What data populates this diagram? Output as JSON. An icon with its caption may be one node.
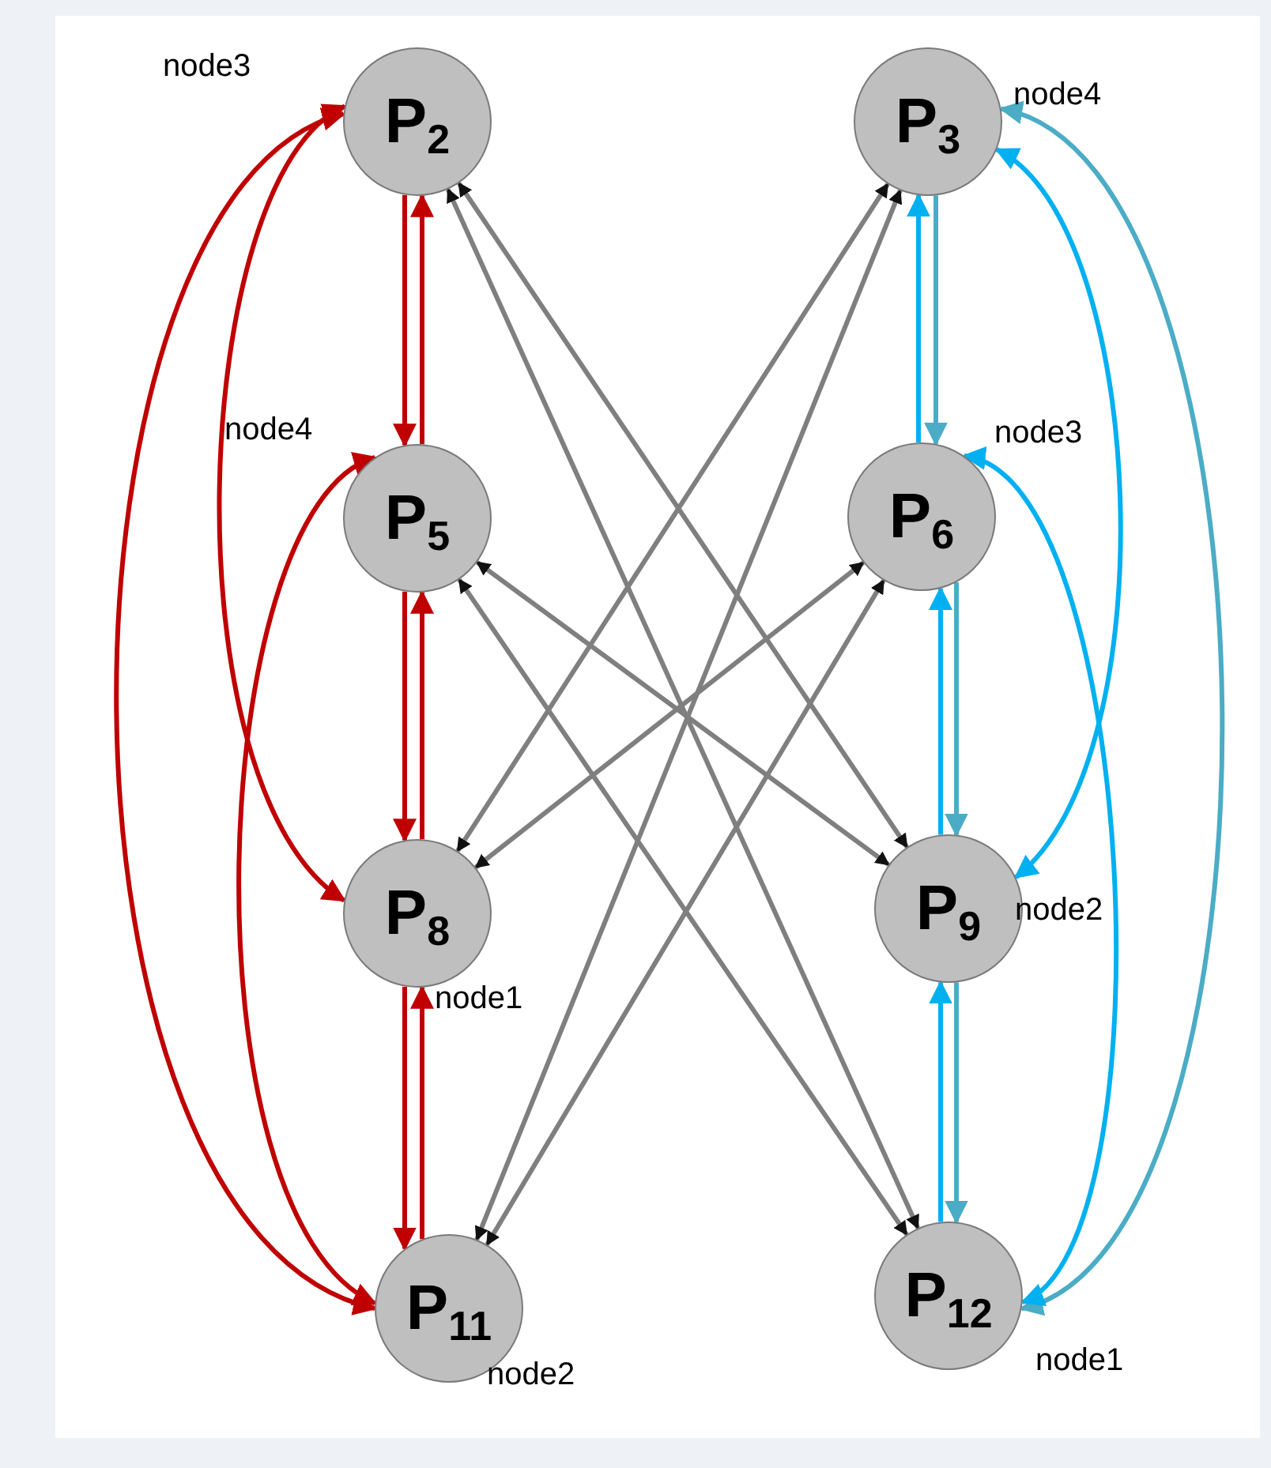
{
  "diagram": {
    "nodes": [
      {
        "text": [
          "P$_{2}$"
        ],
        "beside": [
          "node3"
        ]
      },
      {
        "text": [
          "P$_{3}$"
        ],
        "beside": [
          "node4"
        ]
      },
      {
        "text": [
          "P$_{5}$"
        ],
        "beside": [
          "node4"
        ]
      },
      {
        "text": [
          "P$_{6}$"
        ],
        "beside": [
          "node3"
        ]
      },
      {
        "text": [
          "P$_{8}$"
        ],
        "beside": [
          "node1"
        ]
      },
      {
        "text": [
          "P$_{9}$"
        ],
        "beside": [
          "node2"
        ]
      },
      {
        "text": [
          "P$_{11}$"
        ],
        "beside": [
          "node2"
        ]
      },
      {
        "text": [
          "P$_{12}$"
        ],
        "beside": [
          "node1"
        ]
      }
    ],
    "edges": [
      {
        "from": 0,
        "to": 2,
        "arrow": "to",
        "color": "#c00000"
      },
      {
        "from": 2,
        "to": 0,
        "arrow": "to",
        "color": "#c00000"
      },
      {
        "from": 2,
        "to": 4,
        "arrow": "to",
        "color": "#c00000"
      },
      {
        "from": 4,
        "to": 2,
        "arrow": "to",
        "color": "#c00000"
      },
      {
        "from": 4,
        "to": 6,
        "arrow": "to",
        "color": "#c00000"
      },
      {
        "from": 6,
        "to": 4,
        "arrow": "to",
        "color": "#c00000"
      },
      {
        "from": 0,
        "to": 4,
        "arrow": "both",
        "color": "#c00000"
      },
      {
        "from": 0,
        "to": 6,
        "arrow": "both",
        "color": "#c00000"
      },
      {
        "from": 2,
        "to": 6,
        "arrow": "both",
        "color": "#c00000"
      },
      {
        "from": 1,
        "to": 3,
        "arrow": "to",
        "color": "#4bacc6"
      },
      {
        "from": 3,
        "to": 1,
        "arrow": "to",
        "color": "#00b0f0"
      },
      {
        "from": 3,
        "to": 5,
        "arrow": "to",
        "color": "#4bacc6"
      },
      {
        "from": 5,
        "to": 3,
        "arrow": "to",
        "color": "#00b0f0"
      },
      {
        "from": 5,
        "to": 7,
        "arrow": "to",
        "color": "#4bacc6"
      },
      {
        "from": 7,
        "to": 5,
        "arrow": "to",
        "color": "#00b0f0"
      },
      {
        "from": 1,
        "to": 5,
        "arrow": "both",
        "color": "#00b0f0"
      },
      {
        "from": 1,
        "to": 7,
        "arrow": "both",
        "color": "#4bacc6"
      },
      {
        "from": 3,
        "to": 7,
        "arrow": "both",
        "color": "#00b0f0"
      },
      {
        "from": 0,
        "to": 5,
        "arrow": "both",
        "color": "#7f7f7f"
      },
      {
        "from": 0,
        "to": 7,
        "arrow": "both",
        "color": "#7f7f7f"
      },
      {
        "from": 2,
        "to": 5,
        "arrow": "both",
        "color": "#7f7f7f"
      },
      {
        "from": 2,
        "to": 7,
        "arrow": "both",
        "color": "#7f7f7f"
      },
      {
        "from": 1,
        "to": 4,
        "arrow": "both",
        "color": "#7f7f7f"
      },
      {
        "from": 1,
        "to": 6,
        "arrow": "both",
        "color": "#7f7f7f"
      },
      {
        "from": 3,
        "to": 4,
        "arrow": "both",
        "color": "#7f7f7f"
      },
      {
        "from": 3,
        "to": 6,
        "arrow": "both",
        "color": "#7f7f7f"
      }
    ]
  }
}
